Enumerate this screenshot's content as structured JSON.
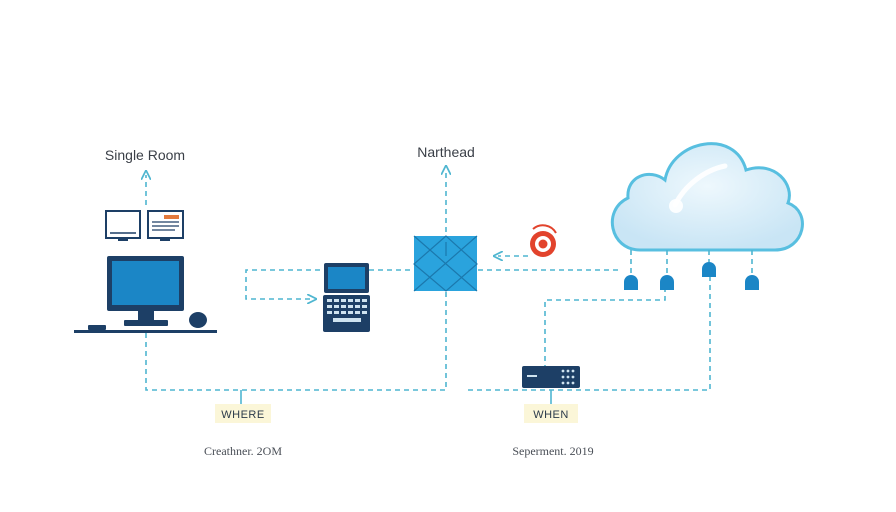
{
  "labels": {
    "left_heading": "Single Room",
    "center_heading": "Narthead",
    "left_tag": "WHERE",
    "right_tag": "WHEN",
    "left_caption": "Creathner. 2OM",
    "right_caption": "Seperment. 2019"
  },
  "colors": {
    "line": "#4fb6d0",
    "device_dark": "#1d3f66",
    "screen_blue": "#1b86c6",
    "switch_blue": "#2aa3dd",
    "cloud_fill": "#d6ecf8",
    "cloud_stroke": "#58bfe0",
    "target_red": "#e2432c",
    "tag_bg": "#fbf6d8"
  },
  "icons": {
    "desktop": "desktop-computer-icon",
    "laptop": "laptop-icon",
    "switch": "network-switch-icon",
    "cloud": "cloud-icon",
    "router": "router-icon",
    "target": "target-icon"
  }
}
